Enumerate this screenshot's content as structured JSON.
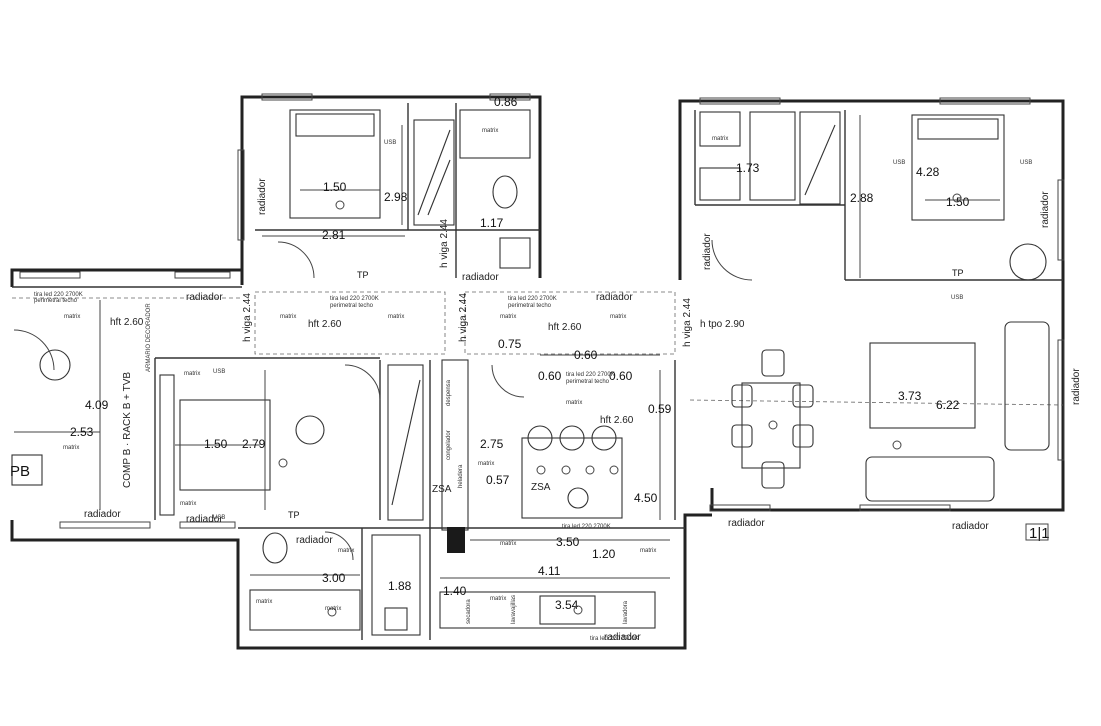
{
  "dimensions": {
    "d086": "0.86",
    "d150a": "1.50",
    "d298": "2.98",
    "d117": "1.17",
    "d281": "2.81",
    "d244a": "2.44",
    "d173": "1.73",
    "d288": "2.88",
    "d428": "4.28",
    "d150b": "1.50",
    "d409": "4.09",
    "d253": "2.53",
    "d150c": "1.50",
    "d279": "2.79",
    "d275": "2.75",
    "d075": "0.75",
    "d060a": "0.60",
    "d060b": "0.60",
    "d060c": "0.60",
    "d059": "0.59",
    "d450": "4.50",
    "d373": "3.73",
    "d622": "6.22",
    "d350": "3.50",
    "d120": "1.20",
    "d411": "4.11",
    "d300": "3.00",
    "d188": "1.88",
    "d354": "3.54",
    "d140": "1.40",
    "d057": "0.57"
  },
  "labels": {
    "radiador": "radiador",
    "tp": "TP",
    "usb": "USB",
    "matrix": "matrix",
    "hft260": "hft 2.60",
    "htpo290": "h tpo 2.90",
    "hviga244": "h viga 2.44",
    "pb": "PB",
    "rack": "COMP B · RACK B + TVB",
    "armario": "ARMARIO DECORADOR",
    "zsa": "ZSA",
    "sheet": "1|1",
    "tira_led": "tira led 220 2700K",
    "perimetral": "perimetral techo",
    "despensa": "despensa",
    "congelador": "congelador",
    "heladera": "heladera",
    "lavavajillas": "lavavajillas",
    "lavadora": "lavadora",
    "secadora": "secadora"
  },
  "colors": {
    "ink": "#222222",
    "paper": "#ffffff",
    "fill_dark": "#1a1a1a"
  }
}
